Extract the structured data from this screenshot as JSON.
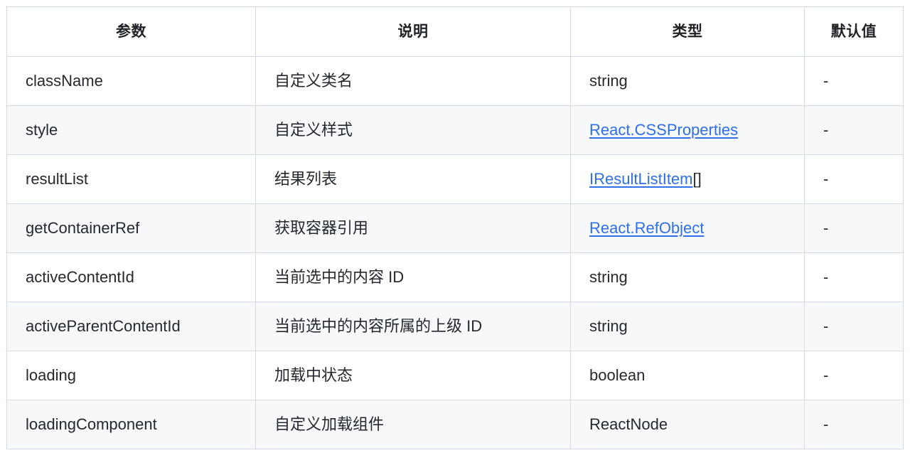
{
  "table": {
    "name": "component-props-table",
    "columns": [
      {
        "key": "param",
        "label": "参数",
        "align": "center"
      },
      {
        "key": "desc",
        "label": "说明",
        "align": "center"
      },
      {
        "key": "type",
        "label": "类型",
        "align": "center"
      },
      {
        "key": "default",
        "label": "默认值",
        "align": "center"
      }
    ],
    "rows": [
      {
        "param": "className",
        "desc": "自定义类名",
        "type": "string",
        "type_link": "",
        "type_suffix": "",
        "default": "-"
      },
      {
        "param": "style",
        "desc": "自定义样式",
        "type": "",
        "type_link": "React.CSSProperties",
        "type_suffix": "",
        "default": "-"
      },
      {
        "param": "resultList",
        "desc": "结果列表",
        "type": "",
        "type_link": "IResultListItem",
        "type_suffix": "[]",
        "default": "-"
      },
      {
        "param": "getContainerRef",
        "desc": "获取容器引用",
        "type": "",
        "type_link": "React.RefObject",
        "type_suffix": "",
        "default": "-"
      },
      {
        "param": "activeContentId",
        "desc": "当前选中的内容 ID",
        "type": "string",
        "type_link": "",
        "type_suffix": "",
        "default": "-"
      },
      {
        "param": "activeParentContentId",
        "desc": "当前选中的内容所属的上级 ID",
        "type": "string",
        "type_link": "",
        "type_suffix": "",
        "default": "-"
      },
      {
        "param": "loading",
        "desc": "加载中状态",
        "type": "boolean",
        "type_link": "",
        "type_suffix": "",
        "default": "-"
      },
      {
        "param": "loadingComponent",
        "desc": "自定义加载组件",
        "type": "ReactNode",
        "type_link": "",
        "type_suffix": "",
        "default": "-"
      }
    ]
  },
  "colors": {
    "link": "#2f6feb",
    "text": "#24292f",
    "border": "#d4dae1",
    "row_alt_bg": "#f6f8fa",
    "row_bg": "#ffffff"
  }
}
